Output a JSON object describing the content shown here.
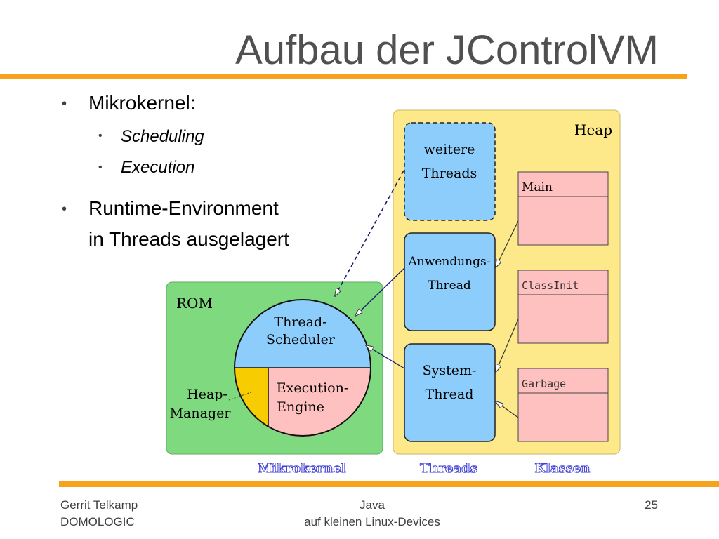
{
  "title": "Aufbau der JControlVM",
  "bullets": {
    "b1": "Mikrokernel:",
    "b1_sub1": "Scheduling",
    "b1_sub2": "Execution",
    "b2_line1": "Runtime-Environment",
    "b2_line2": "in Threads ausgelagert"
  },
  "diagram": {
    "heap_label": "Heap",
    "rom_label": "ROM",
    "threads": {
      "weitere_1": "weitere",
      "weitere_2": "Threads",
      "anwendung_1": "Anwendungs-",
      "anwendung_2": "Thread",
      "system_1": "System-",
      "system_2": "Thread"
    },
    "classes": {
      "main": "Main",
      "classinit": "ClassInit",
      "garbage": "Garbage"
    },
    "kernel": {
      "scheduler_1": "Thread-",
      "scheduler_2": "Scheduler",
      "engine_1": "Execution-",
      "engine_2": "Engine",
      "heapmgr_1": "Heap-",
      "heapmgr_2": "Manager"
    },
    "captions": {
      "mikrokernel": "Mikrokernel",
      "threads": "Threads",
      "klassen": "Klassen"
    },
    "colors": {
      "heap_bg": "#fde98a",
      "rom_bg": "#7fd97f",
      "thread_fill": "#8ccdfb",
      "class_fill": "#ffc0c0",
      "heapmgr_fill": "#f7cc00",
      "caption_blue": "#3b3bd6",
      "accent_orange": "#f7a21b"
    }
  },
  "footer": {
    "author": "Gerrit Telkamp",
    "company": "DOMOLOGIC",
    "topic_1": "Java",
    "topic_2": "auf kleinen Linux-Devices",
    "page": "25"
  }
}
